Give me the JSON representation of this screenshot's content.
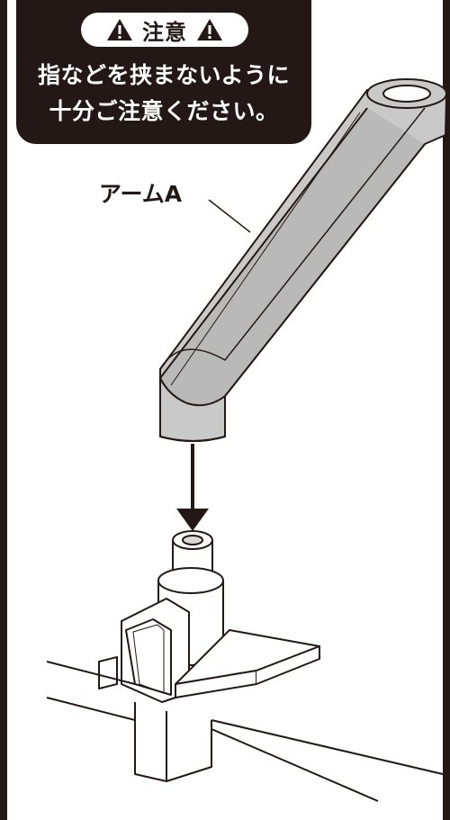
{
  "caution": {
    "title": "注意",
    "line1": "指などを挟まないように",
    "line2": "十分ご注意ください。",
    "icon": "warning-triangle-icon"
  },
  "labels": {
    "arm": "アームA"
  },
  "colors": {
    "ink": "#231815",
    "arm_fill": "#c9c9c9",
    "background": "#ffffff"
  }
}
